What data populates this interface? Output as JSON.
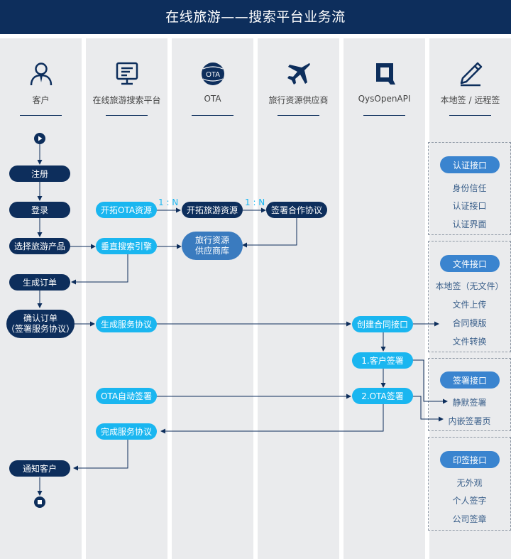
{
  "title": "在线旅游——搜索平台业务流",
  "lanes": [
    {
      "label": "客户",
      "icon": "user-icon"
    },
    {
      "label": "在线旅游搜索平台",
      "icon": "monitor-icon"
    },
    {
      "label": "OTA",
      "icon": "ota-globe-icon"
    },
    {
      "label": "旅行资源供应商",
      "icon": "airplane-icon"
    },
    {
      "label": "QysOpenAPI",
      "icon": "qys-logo-icon"
    },
    {
      "label": "本地签 / 远程签",
      "icon": "pen-icon"
    }
  ],
  "nodes": {
    "register": "注册",
    "login": "登录",
    "choose_product": "选择旅游产品",
    "generate_order": "生成订单",
    "confirm_order_1": "确认订单",
    "confirm_order_2": "（签署服务协议）",
    "notify_customer": "通知客户",
    "expand_ota": "开拓OTA资源",
    "vertical_search": "垂直搜索引擎",
    "gen_service_agreement": "生成服务协议",
    "ota_auto_sign": "OTA自动签署",
    "complete_agreement": "完成服务协议",
    "expand_travel": "开拓旅游资源",
    "supplier_db_1": "旅行资源",
    "supplier_db_2": "供应商库",
    "sign_cooperation": "签署合作协议",
    "create_contract_api": "创建合同接口",
    "customer_sign": "1.客户签署",
    "ota_sign": "2.OTA签署"
  },
  "ratios": [
    "1 : N",
    "1 : N"
  ],
  "groups": [
    {
      "title": "认证接口",
      "items": [
        "身份信任",
        "认证接口",
        "认证界面"
      ]
    },
    {
      "title": "文件接口",
      "items": [
        "本地签（无文件）",
        "文件上传",
        "合同模版",
        "文件转换"
      ]
    },
    {
      "title": "签署接口",
      "items": [
        "静默签署",
        "内嵌签署页"
      ]
    },
    {
      "title": "印签接口",
      "items": [
        "无外观",
        "个人签字",
        "公司签章"
      ]
    }
  ],
  "colors": {
    "dark_navy": "#0d2e5c",
    "light_blue": "#1ab6f0",
    "mid_blue": "#3a7bbf",
    "lane_gray": "#eaebed"
  }
}
